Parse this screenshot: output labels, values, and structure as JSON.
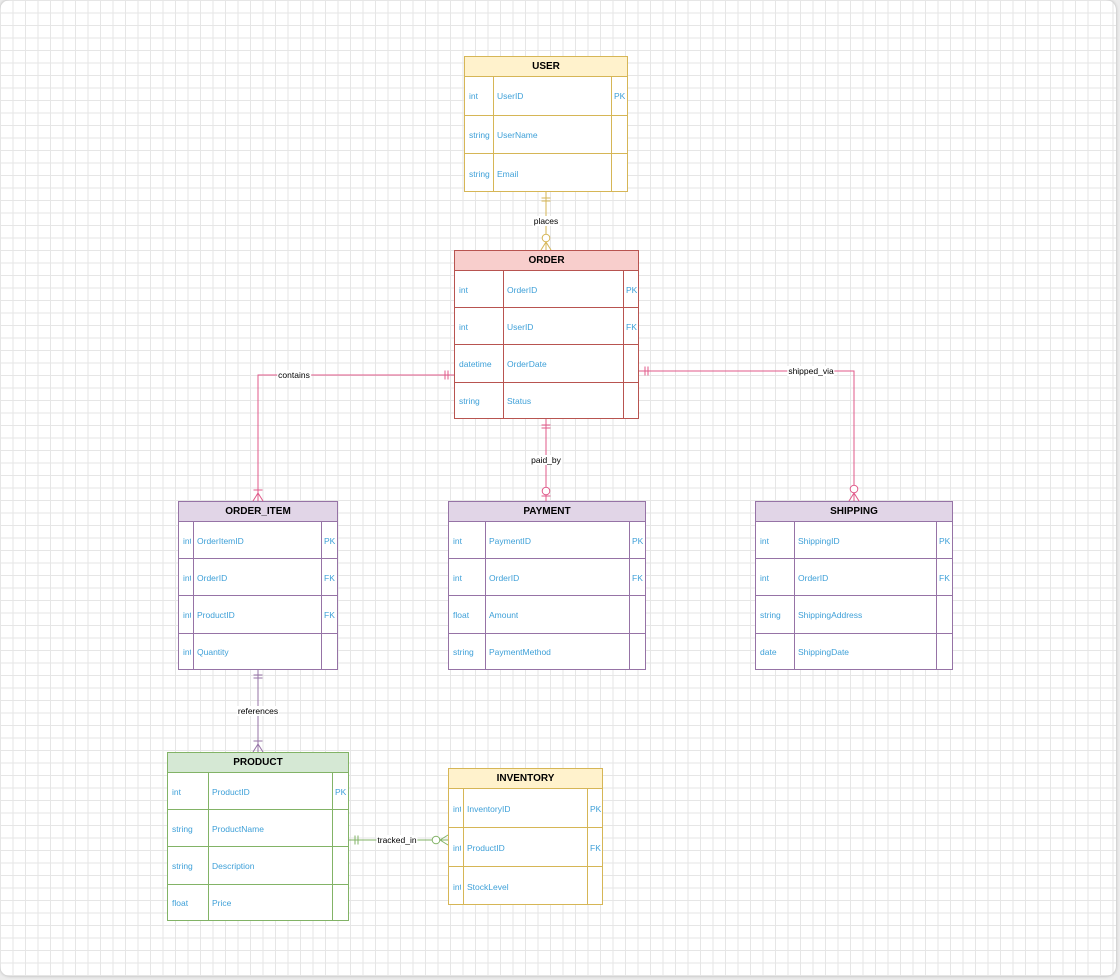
{
  "entities": [
    {
      "id": "user",
      "name": "USER",
      "colors": {
        "fill": "#fff2cc",
        "stroke": "#d6b656"
      },
      "attributes": [
        {
          "type": "int",
          "name": "UserID",
          "key": "PK"
        },
        {
          "type": "string",
          "name": "UserName",
          "key": ""
        },
        {
          "type": "string",
          "name": "Email",
          "key": ""
        }
      ]
    },
    {
      "id": "order",
      "name": "ORDER",
      "colors": {
        "fill": "#f8cecc",
        "stroke": "#b85450"
      },
      "attributes": [
        {
          "type": "int",
          "name": "OrderID",
          "key": "PK"
        },
        {
          "type": "int",
          "name": "UserID",
          "key": "FK"
        },
        {
          "type": "datetime",
          "name": "OrderDate",
          "key": ""
        },
        {
          "type": "string",
          "name": "Status",
          "key": ""
        }
      ]
    },
    {
      "id": "order_item",
      "name": "ORDER_ITEM",
      "colors": {
        "fill": "#e1d5e7",
        "stroke": "#9673a6"
      },
      "attributes": [
        {
          "type": "int",
          "name": "OrderItemID",
          "key": "PK"
        },
        {
          "type": "int",
          "name": "OrderID",
          "key": "FK"
        },
        {
          "type": "int",
          "name": "ProductID",
          "key": "FK"
        },
        {
          "type": "int",
          "name": "Quantity",
          "key": ""
        }
      ]
    },
    {
      "id": "payment",
      "name": "PAYMENT",
      "colors": {
        "fill": "#e1d5e7",
        "stroke": "#9673a6"
      },
      "attributes": [
        {
          "type": "int",
          "name": "PaymentID",
          "key": "PK"
        },
        {
          "type": "int",
          "name": "OrderID",
          "key": "FK"
        },
        {
          "type": "float",
          "name": "Amount",
          "key": ""
        },
        {
          "type": "string",
          "name": "PaymentMethod",
          "key": ""
        }
      ]
    },
    {
      "id": "shipping",
      "name": "SHIPPING",
      "colors": {
        "fill": "#e1d5e7",
        "stroke": "#9673a6"
      },
      "attributes": [
        {
          "type": "int",
          "name": "ShippingID",
          "key": "PK"
        },
        {
          "type": "int",
          "name": "OrderID",
          "key": "FK"
        },
        {
          "type": "string",
          "name": "ShippingAddress",
          "key": ""
        },
        {
          "type": "date",
          "name": "ShippingDate",
          "key": ""
        }
      ]
    },
    {
      "id": "product",
      "name": "PRODUCT",
      "colors": {
        "fill": "#d5e8d4",
        "stroke": "#82b366"
      },
      "attributes": [
        {
          "type": "int",
          "name": "ProductID",
          "key": "PK"
        },
        {
          "type": "string",
          "name": "ProductName",
          "key": ""
        },
        {
          "type": "string",
          "name": "Description",
          "key": ""
        },
        {
          "type": "float",
          "name": "Price",
          "key": ""
        }
      ]
    },
    {
      "id": "inventory",
      "name": "INVENTORY",
      "colors": {
        "fill": "#fff2cc",
        "stroke": "#d6b656"
      },
      "attributes": [
        {
          "type": "int",
          "name": "InventoryID",
          "key": "PK"
        },
        {
          "type": "int",
          "name": "ProductID",
          "key": "FK"
        },
        {
          "type": "int",
          "name": "StockLevel",
          "key": ""
        }
      ]
    }
  ],
  "relationships": [
    {
      "from": "user",
      "to": "order",
      "label": "places",
      "from_end": "one-only",
      "to_end": "zero-or-many",
      "color": "#d6b656"
    },
    {
      "from": "order",
      "to": "order_item",
      "label": "contains",
      "from_end": "one-only",
      "to_end": "one-or-many",
      "color": "#e05a8a"
    },
    {
      "from": "order",
      "to": "payment",
      "label": "paid_by",
      "from_end": "one-only",
      "to_end": "zero-or-one",
      "color": "#e05a8a"
    },
    {
      "from": "order",
      "to": "shipping",
      "label": "shipped_via",
      "from_end": "one-only",
      "to_end": "zero-or-many",
      "color": "#e05a8a"
    },
    {
      "from": "order_item",
      "to": "product",
      "label": "references",
      "from_end": "one-only",
      "to_end": "one-or-many",
      "color": "#9673a6"
    },
    {
      "from": "product",
      "to": "inventory",
      "label": "tracked_in",
      "from_end": "one-only",
      "to_end": "zero-or-many",
      "color": "#82b366"
    }
  ]
}
